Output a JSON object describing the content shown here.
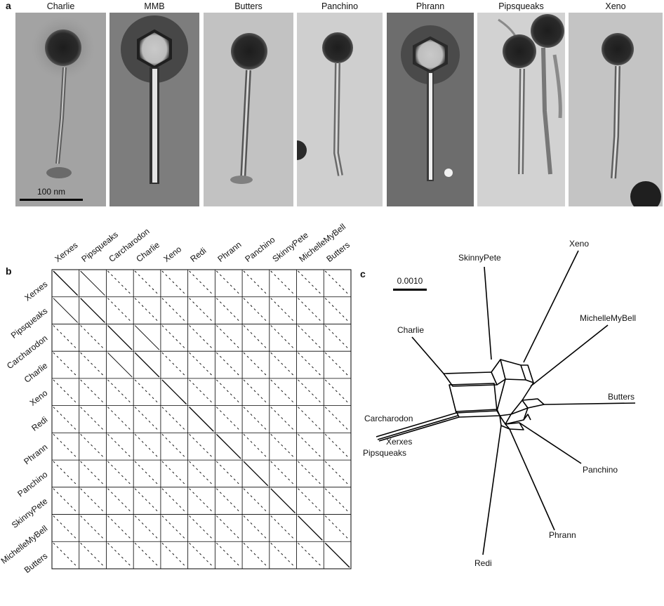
{
  "figure": {
    "panel_a": {
      "letter": "a",
      "scale_bar_label": "100 nm",
      "micrographs": [
        {
          "name": "Charlie"
        },
        {
          "name": "MMB"
        },
        {
          "name": "Butters"
        },
        {
          "name": "Panchino"
        },
        {
          "name": "Phrann"
        },
        {
          "name": "Pipsqueaks"
        },
        {
          "name": "Xeno"
        }
      ]
    },
    "panel_b": {
      "letter": "b",
      "genomes": [
        "Xerxes",
        "Pipsqueaks",
        "Carcharodon",
        "Charlie",
        "Xeno",
        "Redi",
        "Phrann",
        "Panchino",
        "SkinnyPete",
        "MichelleMyBell",
        "Butters"
      ]
    },
    "panel_c": {
      "letter": "c",
      "scale_bar_label": "0.0010",
      "taxa": {
        "skinnypete": "SkinnyPete",
        "xeno": "Xeno",
        "michellemybell": "MichelleMyBell",
        "charlie": "Charlie",
        "butters": "Butters",
        "carcharodon": "Carcharodon",
        "xerxes": "Xerxes",
        "pipsqueaks": "Pipsqueaks",
        "panchino": "Panchino",
        "phrann": "Phrann",
        "redi": "Redi"
      }
    }
  }
}
